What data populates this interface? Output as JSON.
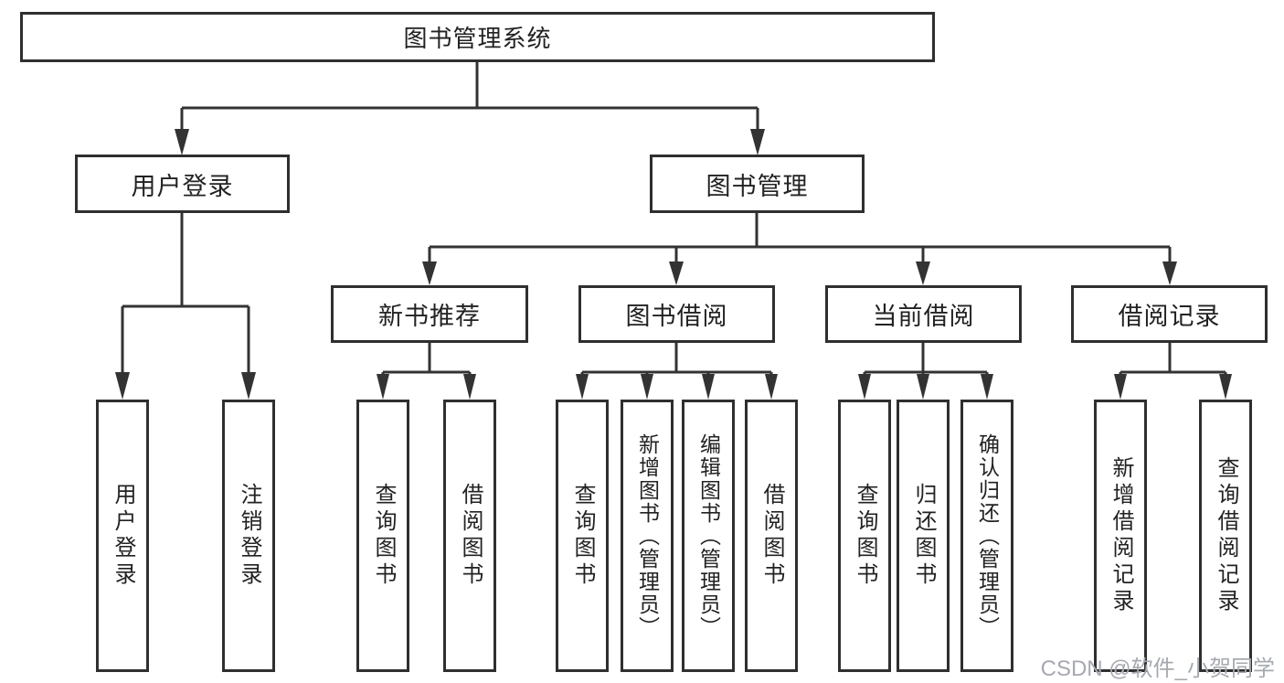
{
  "diagram": {
    "root": {
      "label": "图书管理系统"
    },
    "branches": [
      {
        "label": "用户登录",
        "children": [
          {
            "label": "用户登录"
          },
          {
            "label": "注销登录"
          }
        ]
      },
      {
        "label": "图书管理",
        "children": [
          {
            "label": "新书推荐",
            "children": [
              {
                "label": "查询图书"
              },
              {
                "label": "借阅图书"
              }
            ]
          },
          {
            "label": "图书借阅",
            "children": [
              {
                "label": "查询图书"
              },
              {
                "label": "新增图书（管理员）"
              },
              {
                "label": "编辑图书（管理员）"
              },
              {
                "label": "借阅图书"
              }
            ]
          },
          {
            "label": "当前借阅",
            "children": [
              {
                "label": "查询图书"
              },
              {
                "label": "归还图书"
              },
              {
                "label": "确认归还（管理员）"
              }
            ]
          },
          {
            "label": "借阅记录",
            "children": [
              {
                "label": "新增借阅记录"
              },
              {
                "label": "查询借阅记录"
              }
            ]
          }
        ]
      }
    ]
  },
  "watermark": "CSDN @软件_小贺同学",
  "colors": {
    "line": "#333333",
    "box_border": "#2f2f2f",
    "text": "#222222",
    "watermark_text": "#a6a9b0",
    "background": "#ffffff"
  }
}
